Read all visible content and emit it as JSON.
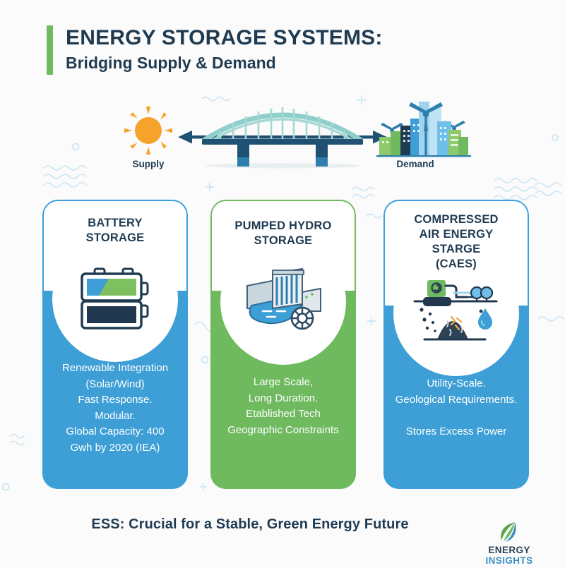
{
  "header": {
    "title_main": "ENERGY STORAGE SYSTEMS:",
    "title_sub": "Bridging Supply & Demand",
    "accent_color": "#6fb95f",
    "text_color": "#1f3b52"
  },
  "bridge": {
    "supply_label": "Supply",
    "demand_label": "Demand",
    "supply_icon": "sun-icon",
    "demand_icon": "city-skyline-wind-turbines-icon",
    "bridge_icon": "arch-bridge-icon",
    "arrow_icon": "double-headed-arrow-icon",
    "bridge_color": "#8fcfcb",
    "deck_color": "#1f5272"
  },
  "cards": [
    {
      "id": "card-1",
      "title": "BATTERY\nSTORAGE",
      "icon": "battery-storage-icon",
      "accent": "#3a9fdc",
      "fill": "#3d9fd6",
      "body": "Renewable Integration\n(Solar/Wind)\nFast Response.\nModular.\nGlobal Capacity: 400\nGwh by 2020 (IEA)"
    },
    {
      "id": "card-2",
      "title": "PUMPED HYDRO\nSTORAGE",
      "icon": "pumped-hydro-dam-icon",
      "accent": "#6fb95f",
      "fill": "#6fb95f",
      "body": "Large Scale,\nLong Duration.\nEtablished Tech\nGeographic Constraints"
    },
    {
      "id": "card-3",
      "title": "COMPRESSED\nAIR ENERGY\nSTARGE\n(CAES)",
      "icon": "compressed-air-cavern-icon",
      "accent": "#3a9fdc",
      "fill": "#3d9fd6",
      "body": "Utility-Scale.\nGeological Requirements.\n\nStores Excess Power"
    }
  ],
  "footer": {
    "tagline": "ESS: Crucial for a Stable, Green Energy Future",
    "logo_word_1": "ENERGY",
    "logo_word_2": "INSIGHTS",
    "logo_mark": "leaf-icon",
    "logo_green": "#58a64a",
    "logo_blue": "#3c8fc0"
  }
}
